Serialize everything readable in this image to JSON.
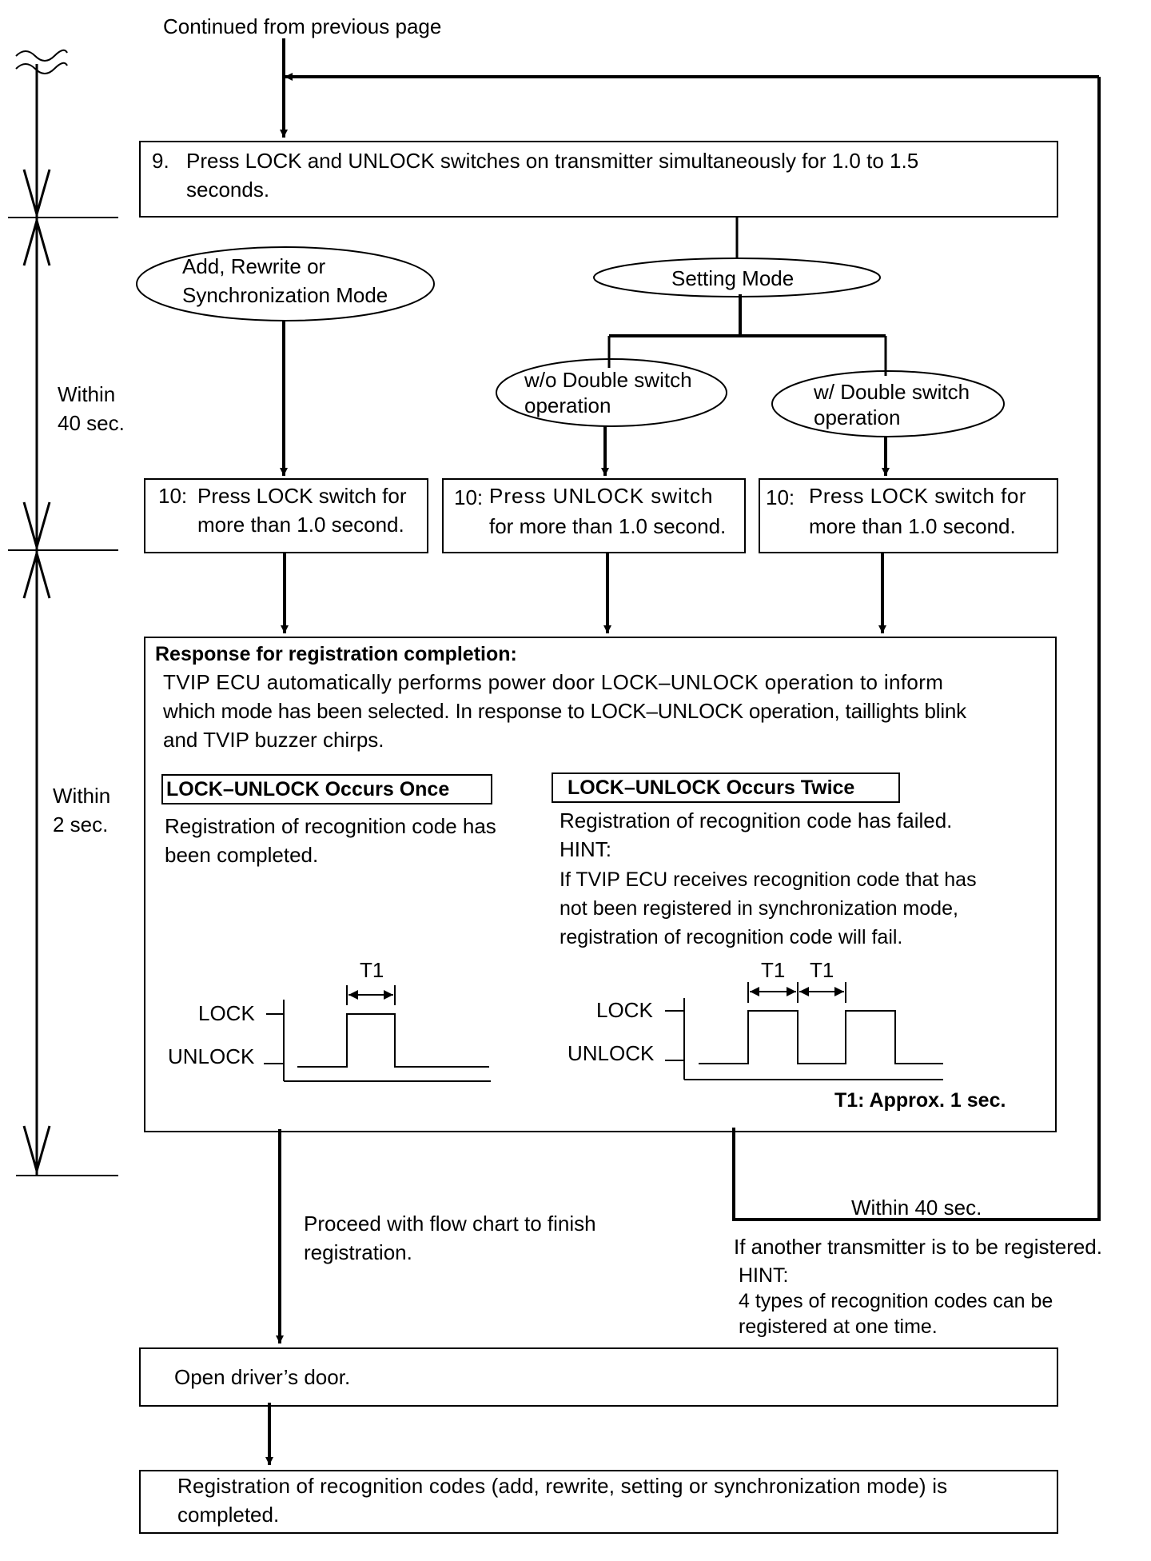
{
  "header": {
    "continued": "Continued from previous page"
  },
  "timeline": {
    "within40": [
      "Within",
      "40 sec."
    ],
    "within2": [
      "Within",
      "2 sec."
    ]
  },
  "step9": {
    "num": "9.",
    "lines": [
      "Press LOCK and UNLOCK switches on transmitter simultaneously for 1.0 to 1.5",
      "seconds."
    ]
  },
  "modes": {
    "add": [
      "Add, Rewrite or",
      "Synchronization Mode"
    ],
    "setting": "Setting Mode",
    "wo_double": [
      "w/o Double switch",
      "operation"
    ],
    "w_double": [
      "w/ Double switch",
      "operation"
    ]
  },
  "step10": [
    {
      "num": "10:",
      "lines": [
        "Press LOCK switch for",
        "more than 1.0 second."
      ]
    },
    {
      "num": "10:",
      "lines": [
        "Press UNLOCK switch",
        "for more than 1.0 second."
      ]
    },
    {
      "num": "10:",
      "lines": [
        "Press LOCK switch for",
        "more than 1.0 second."
      ]
    }
  ],
  "response": {
    "title": "Response for registration completion:",
    "lines": [
      "TVIP ECU automatically performs power door LOCK–UNLOCK operation to inform",
      "which mode has been selected. In response to LOCK–UNLOCK operation, taillights blink",
      "and TVIP buzzer chirps."
    ],
    "once": {
      "heading": "LOCK–UNLOCK Occurs Once",
      "lines": [
        "Registration of recognition code has",
        "been completed."
      ]
    },
    "twice": {
      "heading": "LOCK–UNLOCK Occurs Twice",
      "lines": [
        "Registration of recognition code has failed.",
        "HINT:",
        "If TVIP ECU receives recognition code that has",
        "not been registered in synchronization mode,",
        "registration of recognition code will fail."
      ]
    },
    "timing": {
      "lock": "LOCK",
      "unlock": "UNLOCK",
      "t1": "T1",
      "note": "T1: Approx. 1 sec."
    }
  },
  "proceed": [
    "Proceed with flow chart to finish",
    "registration."
  ],
  "loop": {
    "within": "Within 40 sec.",
    "another": "If another transmitter is to be registered.",
    "hint": [
      "HINT:",
      "4 types of recognition codes can be",
      "registered at one time."
    ]
  },
  "open_door": "Open driver’s door.",
  "complete": [
    "Registration of recognition codes (add, rewrite, setting or synchronization mode) is",
    "completed."
  ]
}
